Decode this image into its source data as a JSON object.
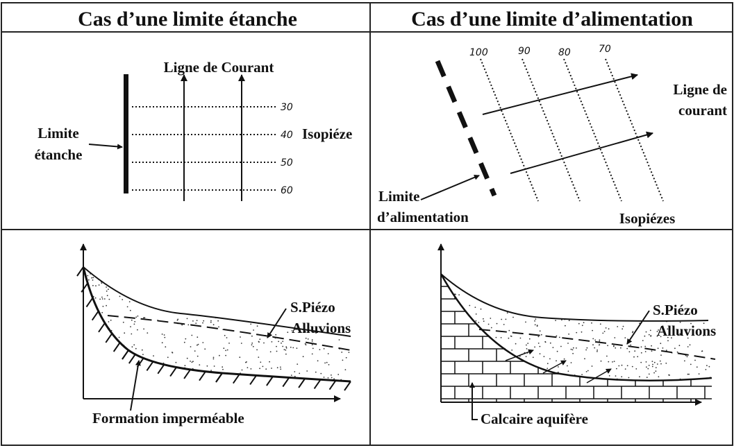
{
  "panels": {
    "etanche_plan": {
      "title": "Cas d’une limite étanche",
      "flow_label": "Ligne de Courant",
      "limit_label": [
        "Limite",
        "étanche"
      ],
      "isopieze_label": "Isopiéze",
      "isopieze_values": [
        "30",
        "40",
        "50",
        "60"
      ]
    },
    "alimentation_plan": {
      "title": "Cas d’une limite d’alimentation",
      "flow_label": [
        "Ligne de",
        "courant"
      ],
      "limit_label": [
        "Limite",
        "d’alimentation"
      ],
      "isopieze_label": "Isopiézes",
      "isopieze_values": [
        "100",
        "90",
        "80",
        "70"
      ]
    },
    "etanche_section": {
      "piezo_label": "S.Piézo",
      "alluvions_label": "Alluvions",
      "base_label": "Formation imperméable"
    },
    "alimentation_section": {
      "piezo_label": "S.Piézo",
      "alluvions_label": "Alluvions",
      "base_label": "Calcaire aquifère"
    }
  },
  "colors": {
    "ink": "#111111",
    "background": "#ffffff",
    "frame": "#222222"
  }
}
